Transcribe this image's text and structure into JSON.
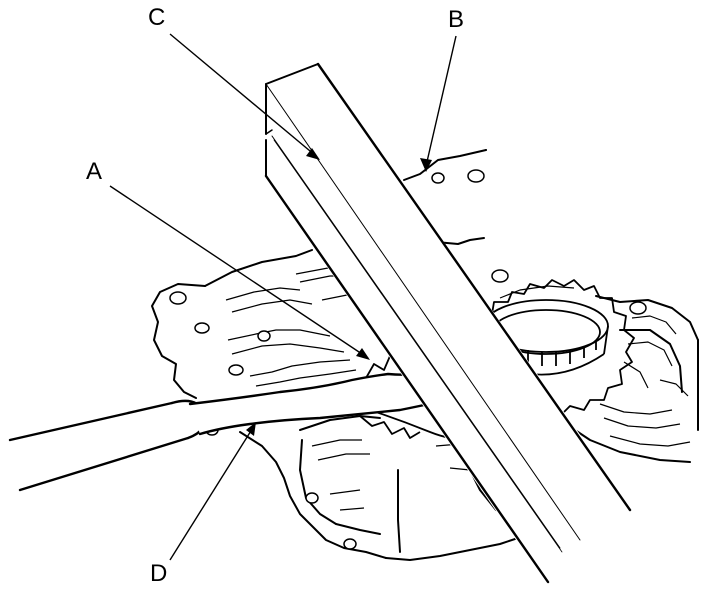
{
  "colors": {
    "ink": "#000000",
    "paper": "#ffffff"
  },
  "callouts": {
    "a": "A",
    "b": "B",
    "c": "C",
    "d": "D"
  }
}
